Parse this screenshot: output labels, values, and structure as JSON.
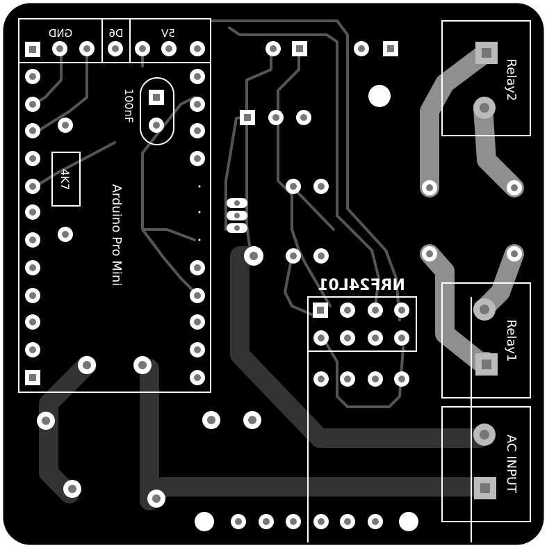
{
  "colors": {
    "board": "#000000",
    "silkscreen": "#ffffff",
    "copper_wide": "#8f8f8f",
    "copper_thin": "#555555",
    "pad": "#ffffff",
    "hole": "#777777"
  },
  "labels": {
    "gnd": "GND",
    "d6": "D6",
    "v5": "5V",
    "capacitor": "100nF",
    "resistor": "4K7",
    "module": "Arduino Pro Mini",
    "nrf": "NRF24L01",
    "relay1": "Relay1",
    "relay2": "Relay2",
    "ac_input": "AC INPUT"
  }
}
